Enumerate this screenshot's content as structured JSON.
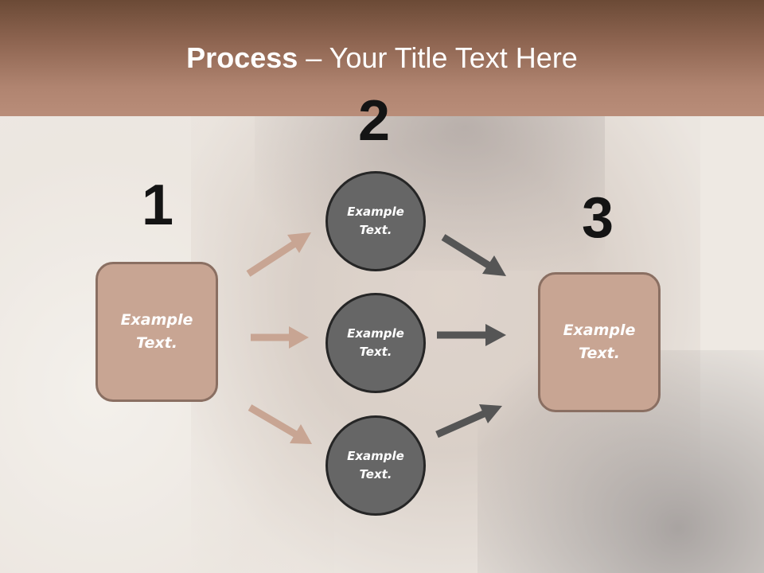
{
  "title": {
    "bold": "Process",
    "rest": " – Your Title Text Here"
  },
  "steps": {
    "one": "1",
    "two": "2",
    "three": "3"
  },
  "boxes": {
    "left": "Example\nText.",
    "right": "Example\nText."
  },
  "circles": {
    "top": "Example\nText.",
    "middle": "Example\nText.",
    "bottom": "Example\nText."
  },
  "colors": {
    "header": "#a07460",
    "box_fill": "#c8a593",
    "box_border": "#8a6f62",
    "circle_fill": "#666666",
    "circle_border": "#262626",
    "arrow_light": "#c8a593",
    "arrow_dark": "#555555"
  }
}
